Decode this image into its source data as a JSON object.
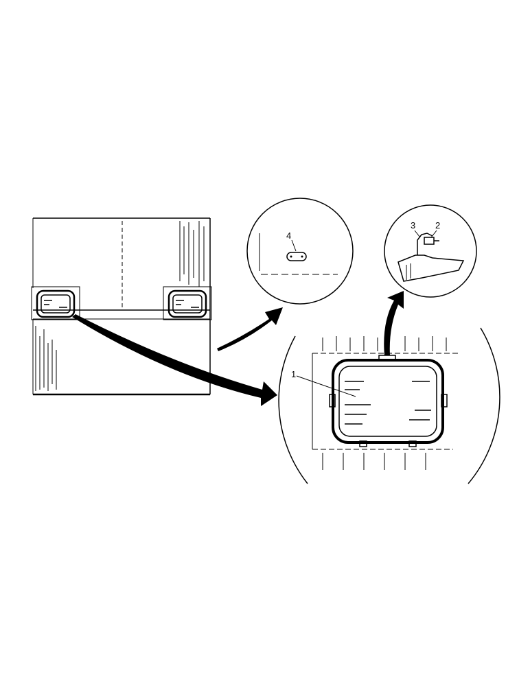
{
  "callouts": {
    "lamp": "1",
    "screw": "2",
    "spring": "3",
    "adjuster": "4"
  },
  "colors": {
    "ink": "#000000",
    "paper": "#ffffff"
  }
}
